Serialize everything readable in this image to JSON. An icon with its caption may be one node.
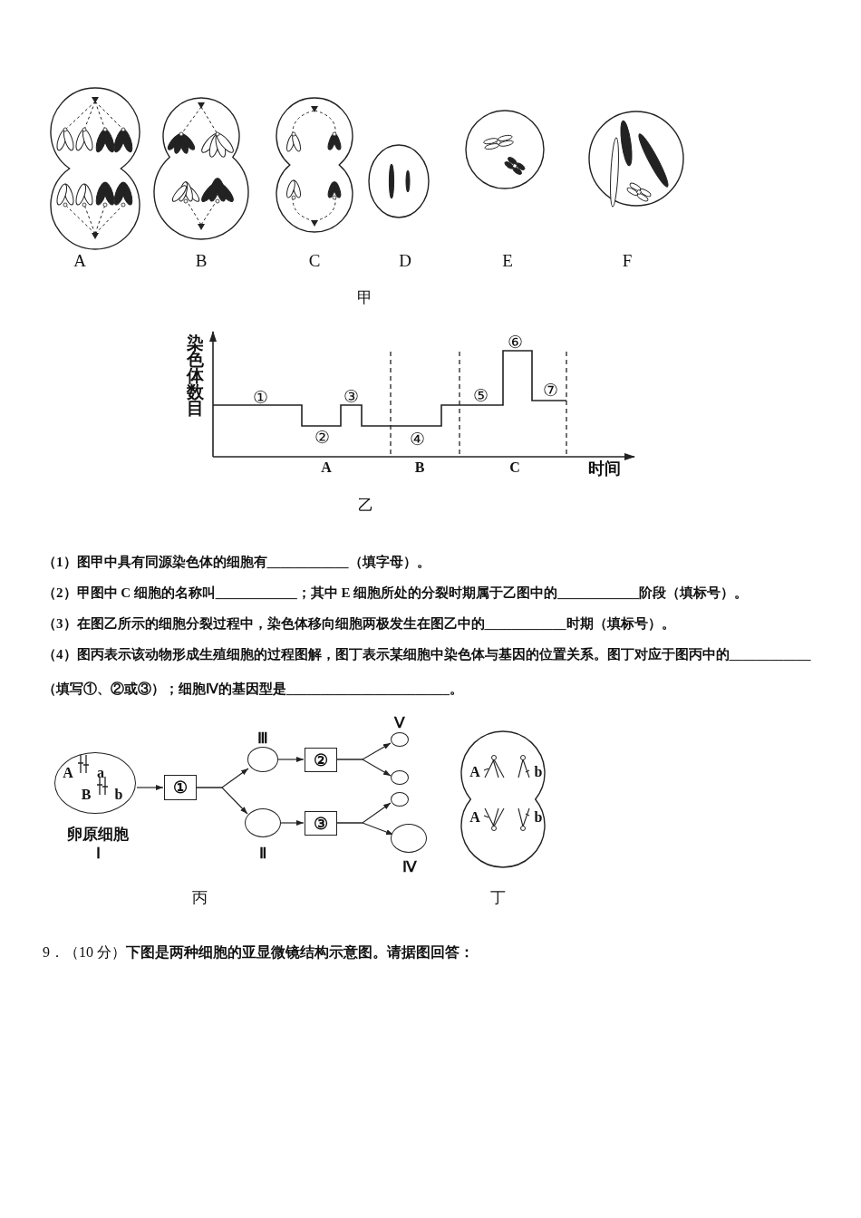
{
  "diagram": {
    "nodes": [
      {
        "text": [
          "A",
          "a",
          "B",
          "b"
        ],
        "beside": [
          "卵原细胞",
          "Ⅰ"
        ]
      },
      {
        "text": [
          "①"
        ]
      },
      {
        "text": [],
        "shape": "circle",
        "beside": [
          "Ⅲ"
        ]
      },
      {
        "text": [],
        "shape": "circle",
        "beside": [
          "Ⅱ"
        ]
      },
      {
        "text": [
          "②"
        ]
      },
      {
        "text": [
          "③"
        ]
      },
      {
        "text": [],
        "shape": "circle",
        "beside": [
          "Ⅴ"
        ]
      },
      {
        "text": [],
        "shape": "circle"
      },
      {
        "text": [],
        "shape": "circle"
      },
      {
        "text": [],
        "shape": "circle",
        "beside": [
          "Ⅳ"
        ]
      }
    ],
    "edges": [
      {
        "from": 0,
        "to": 1,
        "arrow": "to"
      },
      {
        "from": 1,
        "to": 2,
        "arrow": "to"
      },
      {
        "from": 1,
        "to": 3,
        "arrow": "to"
      },
      {
        "from": 2,
        "to": 4,
        "arrow": "to"
      },
      {
        "from": 3,
        "to": 5,
        "arrow": "to"
      },
      {
        "from": 4,
        "to": 6,
        "arrow": "to"
      },
      {
        "from": 4,
        "to": 7,
        "arrow": "to"
      },
      {
        "from": 5,
        "to": 8,
        "arrow": "to"
      },
      {
        "from": 5,
        "to": 9,
        "arrow": "to"
      }
    ],
    "labels": [
      "A",
      "B",
      "C",
      "D",
      "E",
      "F",
      "甲",
      "染色体数目",
      "⑥",
      "①",
      "③",
      "⑤",
      "⑦",
      "②",
      "④",
      "A",
      "B",
      "C",
      "时间",
      "乙",
      "（1）图甲中具有同源染色体的细胞有____________（填字母）。",
      "（2）甲图中 C 细胞的名称叫____________；其中 E 细胞所处的分裂时期属于乙图中的____________阶段（填标号）。",
      "（3）在图乙所示的细胞分裂过程中，染色体移向细胞两极发生在图乙中的____________时期（填标号）。",
      "（4）图丙表示该动物形成生殖细胞的过程图解，图丁表示某细胞中染色体与基因的位置关系。图丁对应于图丙中的____________（填写①、②或③）；细胞Ⅳ的基因型是________________________。",
      "A",
      "b",
      "A",
      "b",
      "丙",
      "丁",
      "9．（10 分）**下图是两种细胞的亚显微镜结构示意图。请据图回答：**"
    ]
  }
}
